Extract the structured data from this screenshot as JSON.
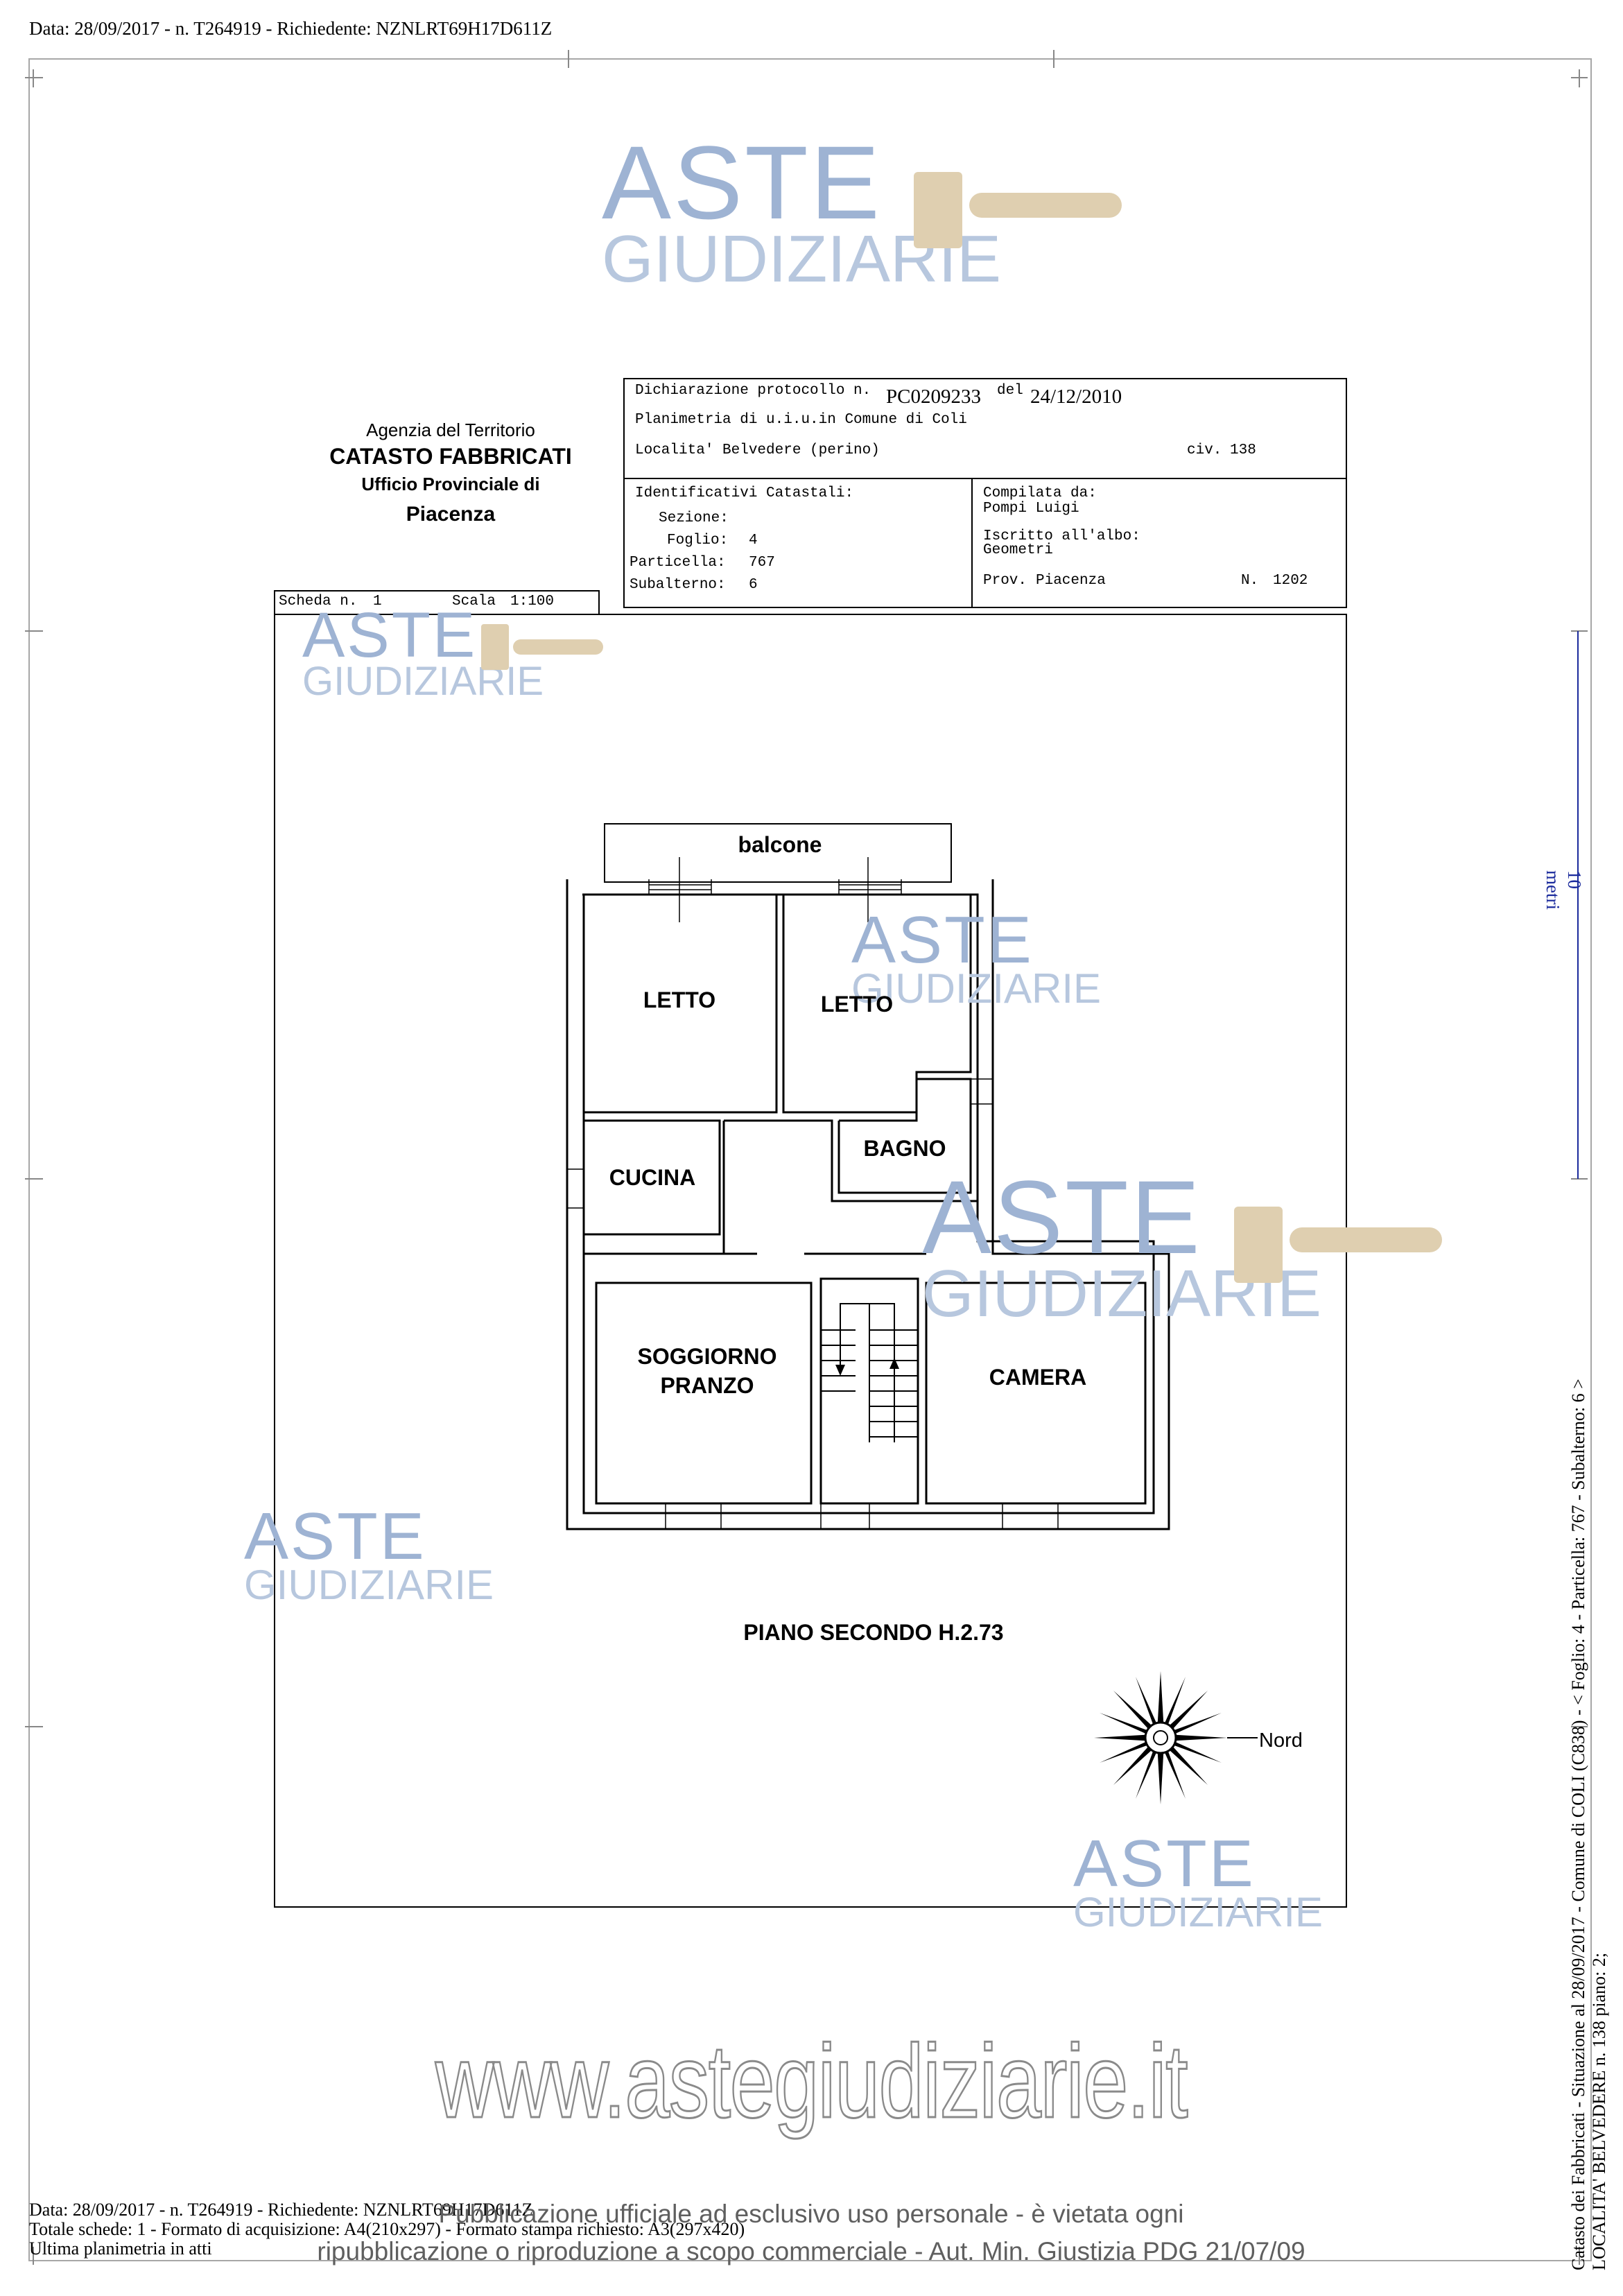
{
  "header": {
    "line": "Data: 28/09/2017 - n. T264919 - Richiedente: NZNLRT69H17D611Z"
  },
  "agency": {
    "name": "Agenzia del Territorio",
    "dept": "CATASTO FABBRICATI",
    "office": "Ufficio Provinciale di",
    "city": "Piacenza"
  },
  "declaration": {
    "label_protocol": "Dichiarazione protocollo n.",
    "protocol": "PC0209233",
    "label_date": "del",
    "date": "24/12/2010",
    "plan_line": "Planimetria di u.i.u.in Comune di Coli",
    "locality": "Localita' Belvedere (perino)",
    "civ_label": "civ.",
    "civ": "138"
  },
  "identifiers": {
    "title": "Identificativi Catastali:",
    "sezione_label": "Sezione:",
    "sezione": "",
    "foglio_label": "Foglio:",
    "foglio": "4",
    "particella_label": "Particella:",
    "particella": "767",
    "subalterno_label": "Subalterno:",
    "subalterno": "6"
  },
  "compiler": {
    "label": "Compilata da:",
    "name": "Pompi Luigi",
    "albo_label": "Iscritto all'albo:",
    "albo": "Geometri",
    "prov_label": "Prov.",
    "prov": "Piacenza",
    "num_label": "N.",
    "num": "1202"
  },
  "sheet": {
    "scheda_label": "Scheda n.",
    "scheda": "1",
    "scala_label": "Scala",
    "scala": "1:100"
  },
  "plan": {
    "rooms": {
      "balcone": "balcone",
      "letto_1": "LETTO",
      "letto_2": "LETTO",
      "cucina": "CUCINA",
      "bagno": "BAGNO",
      "soggiorno_1": "SOGGIORNO",
      "soggiorno_2": "PRANZO",
      "camera": "CAMERA"
    },
    "floor_title": "PIANO SECONDO  H.2.73",
    "north_label": "Nord"
  },
  "side_note": {
    "line1": "Catasto dei Fabbricati - Situazione al 28/09/2017 - Comune di COLI (C838) - <  Foglio: 4 - Particella: 767 - Subalterno: 6 >",
    "line2": "LOCALITA' BELVEDERE n. 138 piano: 2;"
  },
  "scale_note": "10 metri",
  "footer": {
    "line1": "Data: 28/09/2017 - n. T264919 - Richiedente: NZNLRT69H17D611Z",
    "line2": "Totale schede: 1 - Formato di acquisizione: A4(210x297) - Formato stampa richiesto: A3(297x420)",
    "line3": "Ultima planimetria in atti"
  },
  "watermark": {
    "brand_top": "ASTE",
    "brand_bottom": "GIUDIZIARIE",
    "url": "www.astegiudiziarie.it",
    "notice_1": "Pubblicazione ufficiale ad esclusivo uso personale - è vietata ogni",
    "notice_2": "ripubblicazione o riproduzione a scopo commerciale - Aut. Min. Giustizia PDG 21/07/09",
    "colors": {
      "blue": "#9eb3d3",
      "hammer": "#d9c8aa"
    }
  }
}
